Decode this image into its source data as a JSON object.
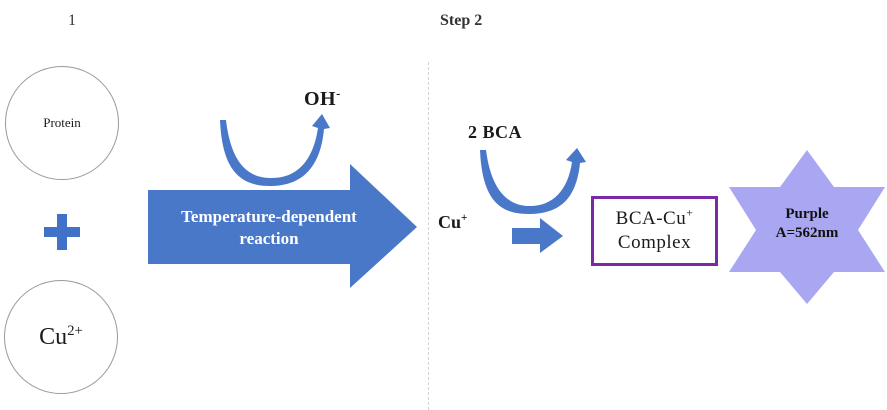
{
  "steps": {
    "step1": "1",
    "step2": "Step 2"
  },
  "reactants": {
    "protein": "Protein",
    "plus": "+",
    "cu2": "Cu",
    "cu2_charge": "2+"
  },
  "hydroxide": {
    "formula": "OH",
    "charge": "-"
  },
  "main_arrow": {
    "line1": "Temperature-dependent",
    "line2": "reaction"
  },
  "bca": {
    "label": "2 BCA"
  },
  "cu1": {
    "symbol": "Cu",
    "charge": "+"
  },
  "complex": {
    "line1": "BCA-Cu",
    "line1_charge": "+",
    "line2": "Complex"
  },
  "product": {
    "line1": "Purple",
    "line2": "A=562nm"
  },
  "colors": {
    "arrow_blue": "#4a78c9",
    "box_border_purple": "#7a2aa6",
    "star_fill": "#a9a7f1",
    "plus_blue": "#3f72c8"
  }
}
